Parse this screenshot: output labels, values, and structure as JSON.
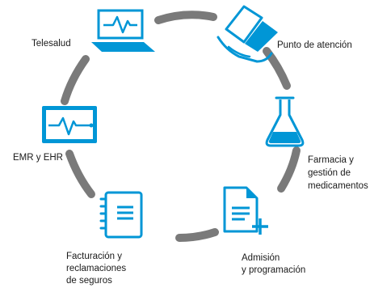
{
  "labels": {
    "telesalud": "Telesalud",
    "punto": "Punto de atención",
    "farmacia_1": "Farmacia y",
    "farmacia_2": "gestión de",
    "farmacia_3": "medicamentos",
    "emr": "EMR y EHR",
    "admision_1": "Admisión",
    "admision_2": "y programación",
    "facturacion_1": "Facturación y",
    "facturacion_2": "reclamaciones",
    "facturacion_3": "de seguros"
  },
  "icons": [
    "telehealth-laptop-icon",
    "point-of-care-tablet-icon",
    "pharmacy-flask-icon",
    "admission-document-icon",
    "billing-document-icon",
    "emr-monitor-icon"
  ],
  "colors": {
    "accent": "#0096D6",
    "ring": "#7A7A7A",
    "text": "#1A1A1A"
  }
}
